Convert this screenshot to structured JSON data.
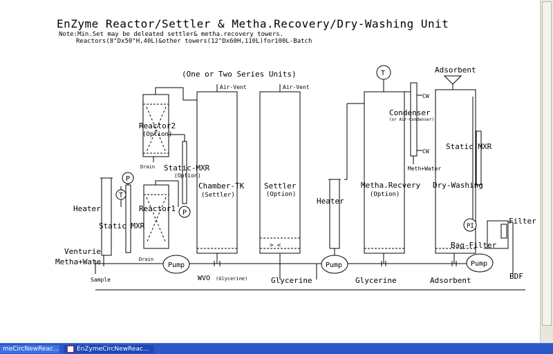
{
  "title": "EnZyme Reactor/Settler & Metha.Recovery/Dry-Washing Unit",
  "notes": [
    "Note:Min.Set may be deleated settler& metha.recovery towers.",
    "Reactors(8\"Dx50\"H,40L)&other towers(12\"Dx60H,110L)for100L-Batch"
  ],
  "labels": {
    "series": "(One or Two Series Units)",
    "air_vent_1": "Air-Vent",
    "air_vent_2": "Air-Vent",
    "reactor2": "Reactor2",
    "reactor2_opt": "(Option)",
    "drain_top": "Drain",
    "static_mxr_1": "Static-MXR",
    "static_mxr_1_opt": "(Option)",
    "p_top": "P",
    "t_left": "T",
    "p_mid": "P",
    "heater_left": "Heater",
    "static_mxr_left": "Static MXR",
    "reactor1": "Reactor1",
    "drain_bottom": "Drain",
    "venturie": "Venturie",
    "metha_wate": "Metha+Wate",
    "sample": "Sample",
    "pump_1": "Pump",
    "wvo": "WVO",
    "glycerine_small": "(Glycerine)",
    "chamber_tk": "Chamber-TK",
    "settler_sub": "(Settler)",
    "settler": "Settler",
    "settler_opt": "(Option)",
    "glycerine_1": "Glycerine",
    "heater_mid": "Heater",
    "pump_2": "Pump",
    "glycerine_2": "Glycerine",
    "t_top": "T",
    "cw_top": "CW",
    "condenser": "Condenser",
    "condenser_sub": "(or Air-Condenser)",
    "cw_bottom": "CW",
    "meth_water": "Meth+Water",
    "metha_recovery": "Metha.Recvery",
    "metha_recovery_opt": "(Option)",
    "adsorbent_top": "Adsorbent",
    "static_mxr_right": "Static MXR",
    "dry_washing": "Dry-Washing",
    "pi": "PI",
    "filter": "Filter",
    "bag_filter": "Bag-Filter",
    "pump_3": "Pump",
    "adsorbent_bottom": "Adsorbent",
    "bdf": "BDF"
  },
  "taskbar": {
    "item1": "meCircNewReac...",
    "item2": "EnZymeCircNewReac..."
  }
}
